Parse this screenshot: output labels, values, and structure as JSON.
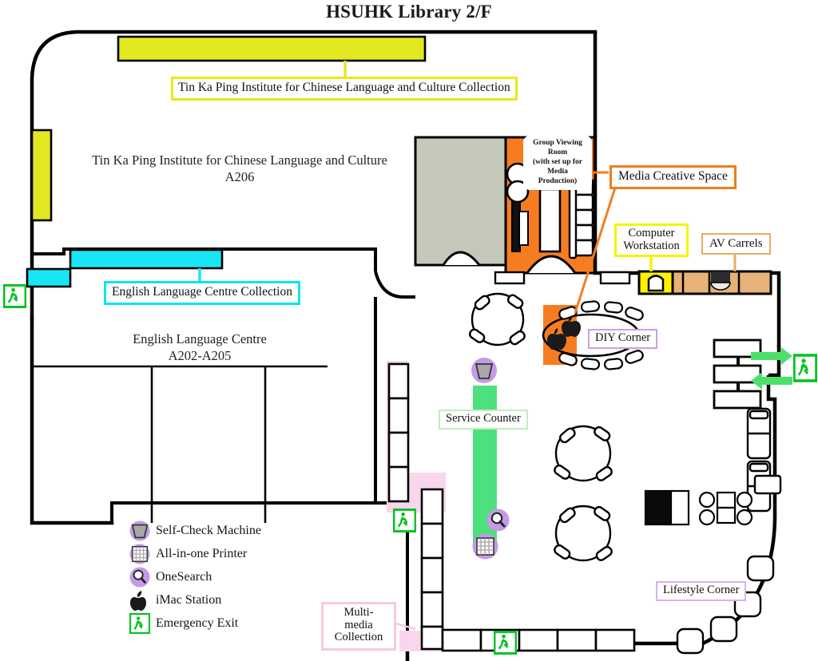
{
  "title": "HSUHK Library 2/F",
  "rooms": [
    {
      "id": "tkp",
      "text": "Tin Ka Ping Institute for Chinese Language and Culture\nA206"
    },
    {
      "id": "elc",
      "text": "English Language Centre\nA202-A205"
    }
  ],
  "room_texts": {
    "tin_ka_ping_line1": "Tin Ka Ping Institute for Chinese Language and Culture",
    "tin_ka_ping_line2": "A206",
    "english_centre_line1": "English Language Centre",
    "english_centre_line2": "A202-A205"
  },
  "callouts": {
    "tin_ka_ping_collection": "Tin Ka Ping Institute for Chinese Language and Culture Collection",
    "english_language_centre_collection": "English Language Centre Collection",
    "media_creative_space": "Media Creative Space",
    "computer_workstation": "Computer Workstation",
    "av_carrels": "AV Carrels",
    "diy_corner": "DIY Corner",
    "service_counter": "Service Counter",
    "lifestyle_corner": "Lifestyle Corner",
    "multi_media_collection": "Multi-media Collection",
    "group_viewing_room": "Group Viewing Room (with set up for Media Production)",
    "group_viewing_room_line1": "Group Viewing Room",
    "group_viewing_room_line2": "(with set up for",
    "group_viewing_room_line3": "Media Production)"
  },
  "legend": [
    {
      "icon": "self-check-machine-icon",
      "label": "Self-Check Machine"
    },
    {
      "icon": "all-in-one-printer-icon",
      "label": "All-in-one Printer"
    },
    {
      "icon": "onesearch-icon",
      "label": "OneSearch"
    },
    {
      "icon": "imac-station-icon",
      "label": "iMac Station"
    },
    {
      "icon": "emergency-exit-icon",
      "label": "Emergency Exit"
    }
  ],
  "colors": {
    "tin_ka_ping_shelf": "#e2e821",
    "english_centre_shelf": "#19e6f5",
    "media_creative_space": "#f57d20",
    "group_viewing_wall": "#c3c8bb",
    "computer_workstation": "#fff200",
    "av_carrels": "#e6b277",
    "service_counter": "#4ee07f",
    "multimedia_shelf": "#f9d6ec",
    "emergency_exit_green": "#00c221",
    "device_purple": "#c49ae8",
    "wall_black": "#000000",
    "title_text": "#1a1a1a"
  }
}
